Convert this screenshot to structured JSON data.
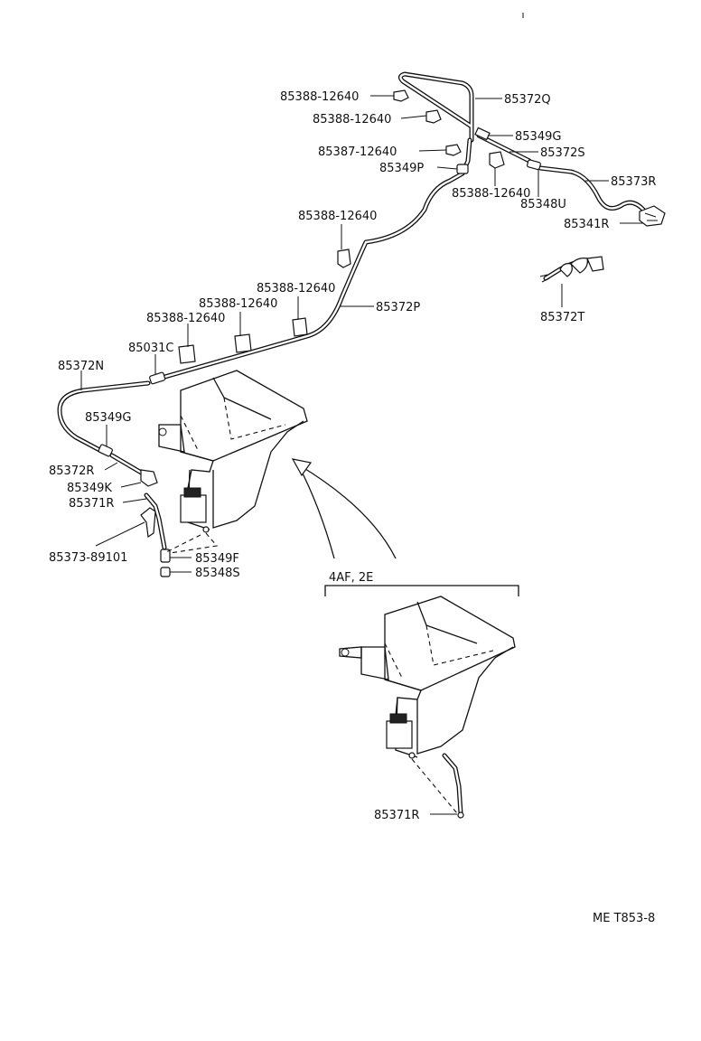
{
  "labels": {
    "p85388_a": "85388-12640",
    "p85372Q": "85372Q",
    "p85388_b": "85388-12640",
    "p85349G_top": "85349G",
    "p85387": "85387-12640",
    "p85372S": "85372S",
    "p85349P": "85349P",
    "p85373R": "85373R",
    "p85388_c": "85388-12640",
    "p85348U": "85348U",
    "p85341R": "85341R",
    "p85388_d": "85388-12640",
    "p85388_e": "85388-12640",
    "p85388_f": "85388-12640",
    "p85372P": "85372P",
    "p85388_g": "85388-12640",
    "p85372T": "85372T",
    "p85031C": "85031C",
    "p85372N": "85372N",
    "p85349G_left": "85349G",
    "p85372R": "85372R",
    "p85349K": "85349K",
    "p85371R_top": "85371R",
    "p85373_89101": "85373-89101",
    "p85349F": "85349F",
    "p85348S": "85348S",
    "variant": "4AF, 2E",
    "p85371R_bottom": "85371R",
    "ref_code": "ME T853-8"
  }
}
